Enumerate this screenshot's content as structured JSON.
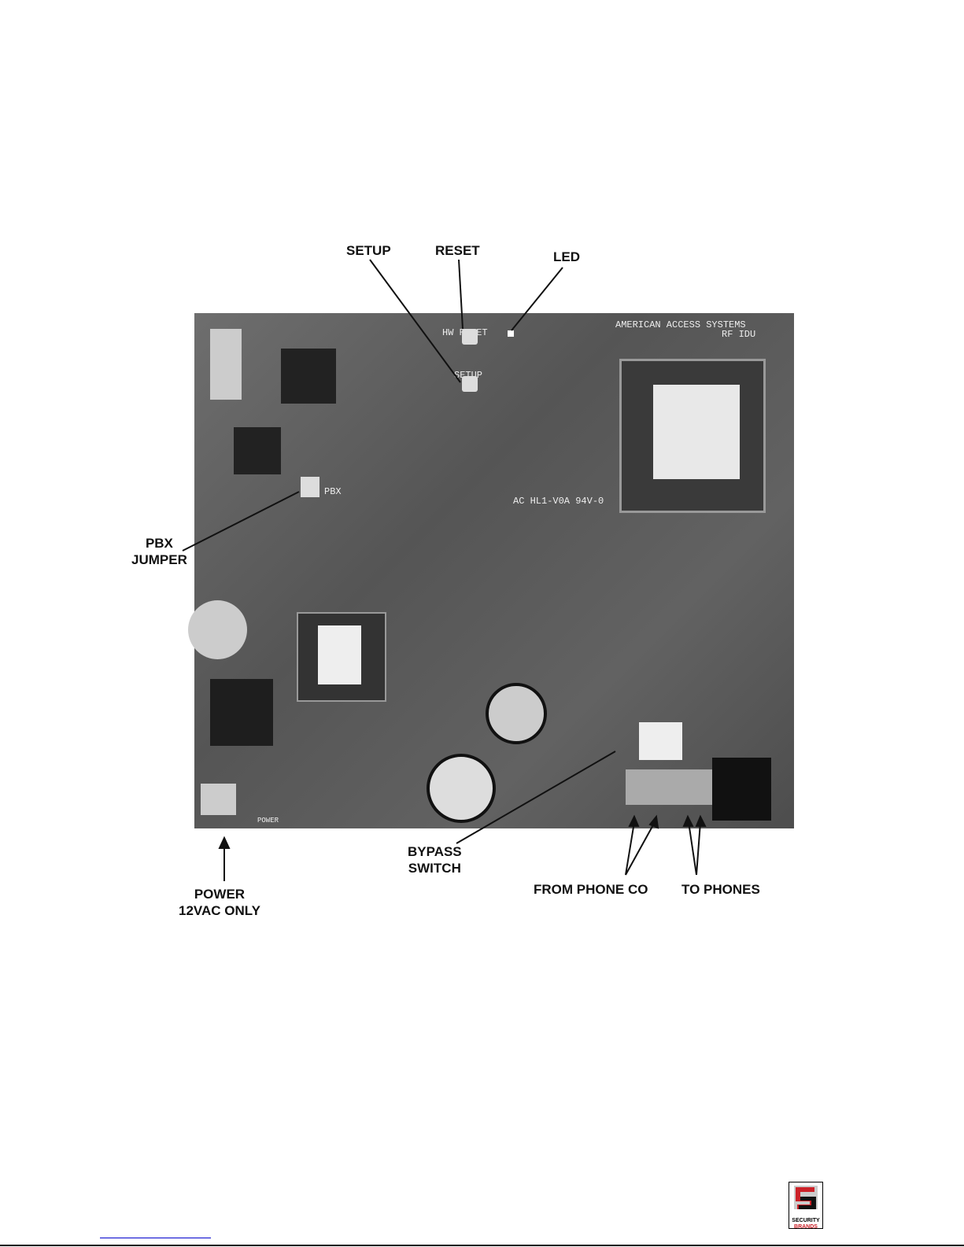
{
  "labels": {
    "setup": "SETUP",
    "reset": "RESET",
    "led": "LED",
    "pbx_jumper_line1": "PBX",
    "pbx_jumper_line2": "JUMPER",
    "power_line1": "POWER",
    "power_line2": "12VAC ONLY",
    "bypass_line1": "BYPASS",
    "bypass_line2": "SWITCH",
    "from_phone_co": "FROM PHONE CO",
    "to_phones": "TO PHONES"
  },
  "board_silkscreen": {
    "maker_line1": "AMERICAN ACCESS SYSTEMS",
    "maker_line2": "RF IDU",
    "model": "AC HL1-V0A 94V-0",
    "pbx": "PBX",
    "hw_reset": "HW RESET",
    "setup": "SETUP",
    "power": "POWER"
  },
  "logo": {
    "text_line1": "SECURITY",
    "text_line2": "BRANDS",
    "brand_color": "#cc2229"
  }
}
